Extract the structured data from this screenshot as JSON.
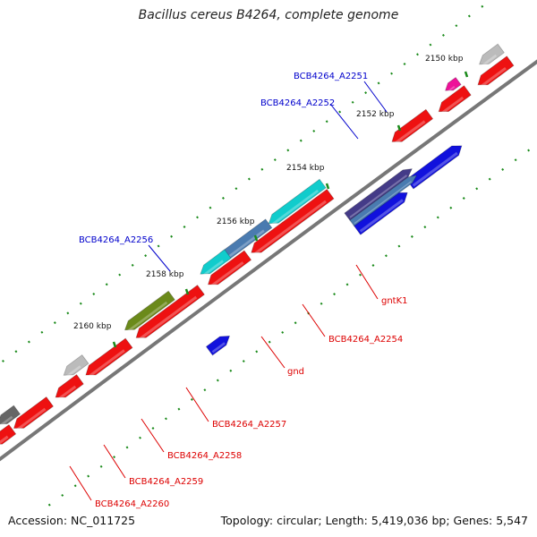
{
  "title": "Bacillus cereus B4264, complete genome",
  "footer": {
    "accession": "Accession: NC_011725",
    "summary": "Topology: circular; Length: 5,419,036 bp; Genes: 5,547"
  },
  "colors": {
    "backbone": "#777777",
    "forward_label": "#0000cc",
    "reverse_label": "#dd0000",
    "tick": "#1a8a1a",
    "tick_dot": "#1a8a1a"
  },
  "ticks": [
    {
      "label": "2150 kbp"
    },
    {
      "label": "2152 kbp"
    },
    {
      "label": "2154 kbp"
    },
    {
      "label": "2156 kbp"
    },
    {
      "label": "2158 kbp"
    },
    {
      "label": "2160 kbp"
    }
  ],
  "gene_labels": [
    {
      "name": "BCB4264_A2251",
      "strand": "forward"
    },
    {
      "name": "BCB4264_A2252",
      "strand": "forward"
    },
    {
      "name": "BCB4264_A2256",
      "strand": "forward"
    },
    {
      "name": "gntK1",
      "strand": "reverse"
    },
    {
      "name": "BCB4264_A2254",
      "strand": "reverse"
    },
    {
      "name": "gnd",
      "strand": "reverse"
    },
    {
      "name": "BCB4264_A2257",
      "strand": "reverse"
    },
    {
      "name": "BCB4264_A2258",
      "strand": "reverse"
    },
    {
      "name": "BCB4264_A2259",
      "strand": "reverse"
    },
    {
      "name": "BCB4264_A2260",
      "strand": "reverse"
    }
  ],
  "feature_colors": {
    "red": "#ee1111",
    "blue": "#1111dd",
    "steel": "#4a7bb0",
    "slate": "#443b88",
    "cyan": "#11cccc",
    "olive": "#6b8a1a",
    "light_gray": "#bbbbbb",
    "dark_gray": "#666666",
    "pink": "#ee1199"
  }
}
